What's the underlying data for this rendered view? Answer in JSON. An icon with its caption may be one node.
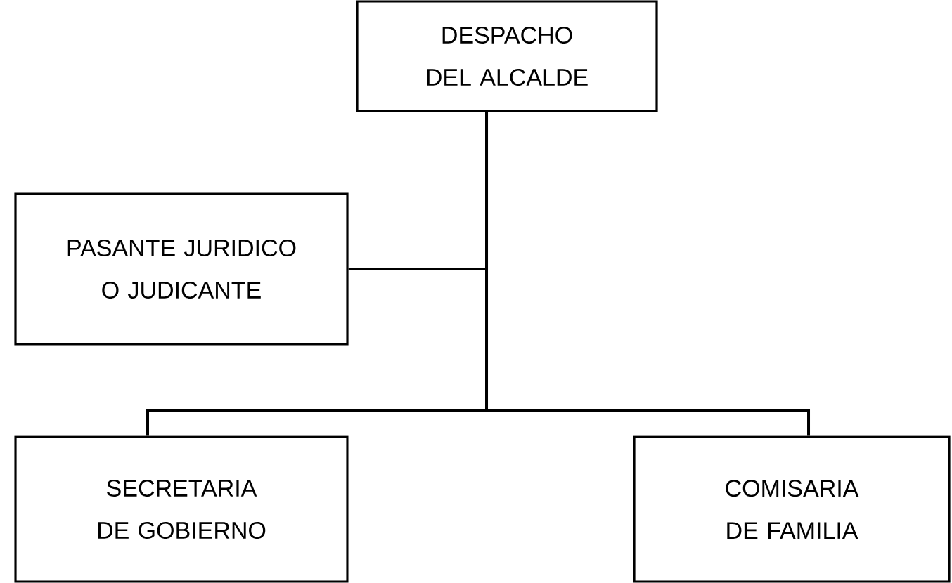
{
  "diagram": {
    "nodes": [
      {
        "text": [
          "DESPACHO DEL ALCALDE"
        ]
      },
      {
        "text": [
          "PASANTE JURIDICO O JUDICANTE"
        ]
      },
      {
        "text": [
          "SECRETARIA DE GOBIERNO"
        ]
      },
      {
        "text": [
          "COMISARIA DE FAMILIA"
        ]
      }
    ],
    "edges": [
      {
        "from": 0,
        "to": 1,
        "arrow": "none"
      },
      {
        "from": 0,
        "to": 2,
        "arrow": "none"
      },
      {
        "from": 0,
        "to": 3,
        "arrow": "none"
      }
    ]
  }
}
